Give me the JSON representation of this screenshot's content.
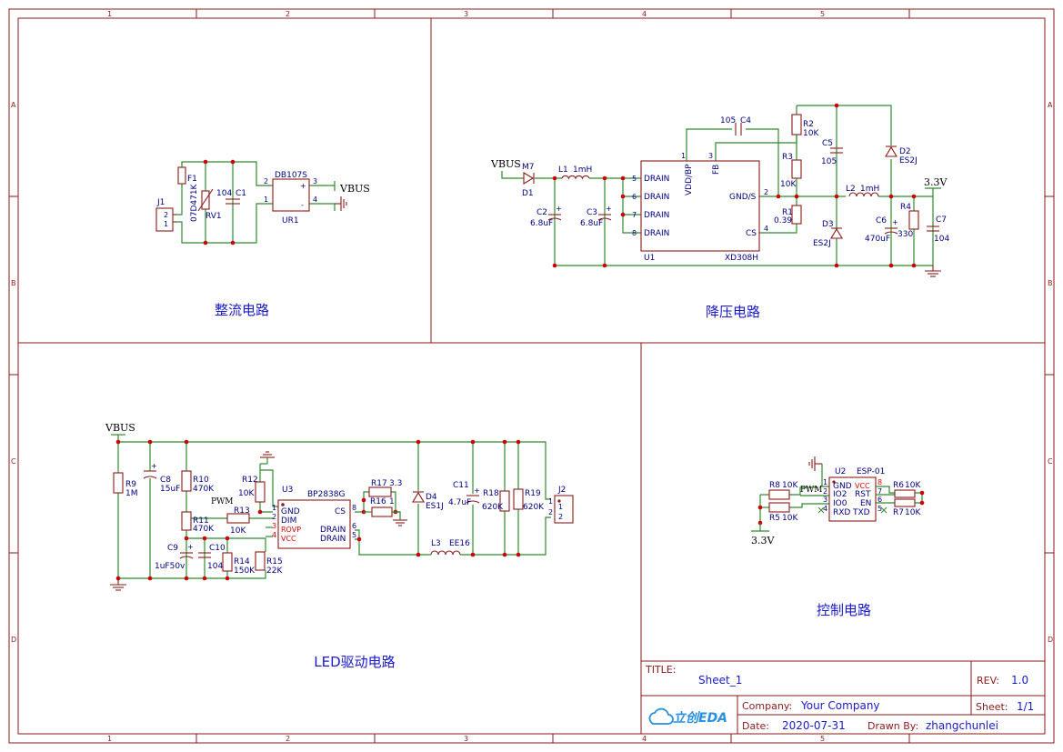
{
  "sections": {
    "rectifier": "整流电路",
    "buck": "降压电路",
    "led": "LED驱动电路",
    "control": "控制电路"
  },
  "ruler": {
    "cols": [
      "1",
      "2",
      "3",
      "4",
      "5"
    ],
    "rows": [
      "A",
      "B",
      "C",
      "D"
    ]
  },
  "nets": {
    "vbus": "VBUS",
    "v33": "3.3V",
    "pwm": "PWM"
  },
  "rect": {
    "f1": "F1",
    "j1": "J1",
    "j1p1": "1",
    "j1p2": "2",
    "rv1": "RV1",
    "rv1v": "07D471K",
    "c1": "C1",
    "c1v": "104",
    "ur1": "UR1",
    "ur1v": "DB107S",
    "ur1p1": "1",
    "ur1p2": "2",
    "ur1p3": "3",
    "ur1p4": "4",
    "plus": "+",
    "minus": "-"
  },
  "buck": {
    "m7": "M7",
    "d1": "D1",
    "l1": "L1",
    "l1v": "1mH",
    "c2": "C2",
    "c2v": "6.8uF",
    "c3": "C3",
    "c3v": "6.8uF",
    "u1": "U1",
    "u1v": "XD308H",
    "drain": "DRAIN",
    "vdd": "VDD/BP",
    "fb": "FB",
    "gnds": "GND/S",
    "cs": "CS",
    "p1": "1",
    "p2": "2",
    "p3": "3",
    "p4": "4",
    "p5": "5",
    "p6": "6",
    "p7": "7",
    "p8": "8",
    "c4": "C4",
    "c4v": "105",
    "r2": "R2",
    "r2v": "10K",
    "r3": "R3",
    "r3v": "10K",
    "r1": "R1",
    "r1v": "0.39",
    "c5": "C5",
    "c5v": "105",
    "d2": "D2",
    "d2v": "ES2J",
    "d3": "D3",
    "d3v": "ES2J",
    "l2": "L2",
    "l2v": "1mH",
    "c6": "C6",
    "c6v": "470uF",
    "r4": "R4",
    "r4v": "330",
    "c7": "C7",
    "c7v": "104"
  },
  "led": {
    "r9": "R9",
    "r9v": "1M",
    "c8": "C8",
    "c8v": "15uF",
    "r10": "R10",
    "r10v": "470K",
    "r11": "R11",
    "r11v": "470K",
    "r12": "R12",
    "r12v": "10K",
    "r13": "R13",
    "r13v": "10K",
    "c9": "C9",
    "c9v": "1uF50v",
    "c10": "C10",
    "c10v": "104",
    "r14": "R14",
    "r14v": "150K",
    "r15": "R15",
    "r15v": "22K",
    "u3": "U3",
    "u3v": "BP2838G",
    "gnd": "GND",
    "dim": "DIM",
    "rovp": "ROVP",
    "vcc": "VCC",
    "cs": "CS",
    "drain": "DRAIN",
    "p1": "1",
    "p2": "2",
    "p3": "3",
    "p4": "4",
    "p5": "5",
    "p6": "6",
    "p8": "8",
    "r17": "R17",
    "r17v": "3.3",
    "r16": "R16",
    "r16v": "1",
    "d4": "D4",
    "d4v": "ES1J",
    "c11": "C11",
    "c11v": "4.7uF",
    "r18": "R18",
    "r18v": "620K",
    "r19": "R19",
    "r19v": "620K",
    "l3": "L3",
    "l3v": "EE16",
    "j2": "J2",
    "j2p1": "1",
    "j2p2": "2"
  },
  "ctrl": {
    "u2": "U2",
    "u2v": "ESP-01",
    "gnd": "GND",
    "io2": "IO2",
    "io0": "IO0",
    "rxd": "RXD",
    "vcc": "VCC",
    "rst": "RST",
    "en": "EN",
    "txd": "TXD",
    "p1": "1",
    "p2": "2",
    "p3": "3",
    "p4": "4",
    "p5": "5",
    "p6": "6",
    "p7": "7",
    "p8": "8",
    "r8": "R8",
    "r8v": "10K",
    "r5": "R5",
    "r5v": "10K",
    "r6": "R6",
    "r6v": "10K",
    "r7": "R7",
    "r7v": "10K"
  },
  "title": {
    "title_label": "TITLE:",
    "title": "Sheet_1",
    "rev_label": "REV:",
    "rev": "1.0",
    "company_label": "Company:",
    "company": "Your Company",
    "sheet_label": "Sheet:",
    "sheet": "1/1",
    "date_label": "Date:",
    "date": "2020-07-31",
    "drawn_label": "Drawn By:",
    "drawn": "zhangchunlei",
    "logo": "立创EDA"
  }
}
